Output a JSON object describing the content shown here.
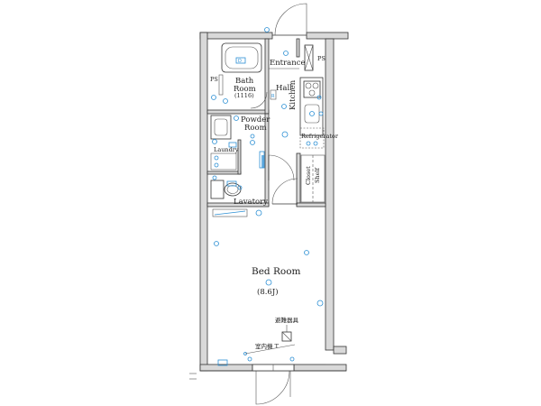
{
  "rooms": {
    "entrance": "Entrance",
    "bath": "Bath",
    "bath_room": "Room",
    "bath_size": "(1116)",
    "hall": "Hall",
    "kitchen": "Kitchen",
    "powder": "Powder",
    "powder_room": "Room",
    "refrigerator": "Refrigerator",
    "laundry": "Laundry",
    "closet": "Closet",
    "shelf": "Shelf",
    "lavatory": "Lavatory",
    "bedroom": "Bed Room",
    "bedroom_size": "(8.6J)"
  },
  "tags": {
    "ps_top": "PS",
    "ps_left": "PS"
  },
  "annotations": {
    "breaker": "避難器具",
    "indoor_unit": "室内機 T"
  },
  "colors": {
    "wall": "#d9d9d9",
    "line": "#333333",
    "electrical": "#2b8fd4"
  }
}
